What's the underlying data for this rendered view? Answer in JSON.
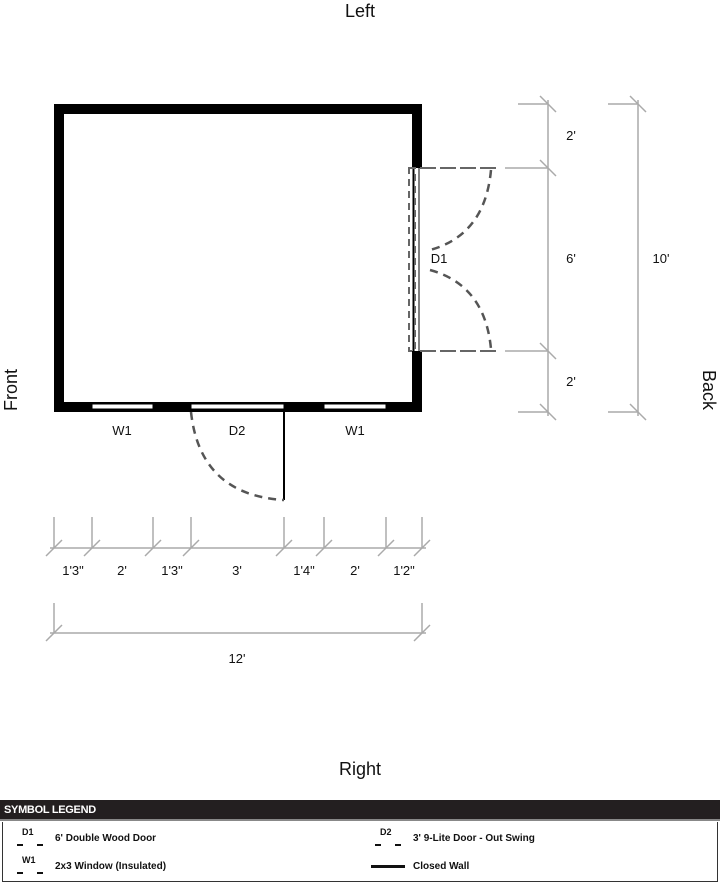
{
  "sides": {
    "top": "Left",
    "bottom": "Right",
    "left": "Front",
    "right": "Back"
  },
  "openings": {
    "d1": "D1",
    "d2": "D2",
    "w1a": "W1",
    "w1b": "W1"
  },
  "right_dimensions": [
    "2'",
    "6'",
    "2'"
  ],
  "overall_right": "10'",
  "bottom_dimensions": [
    "1'3\"",
    "2'",
    "1'3\"",
    "3'",
    "1'4\"",
    "2'",
    "1'2\""
  ],
  "overall_bottom": "12'",
  "legend": {
    "title": "SYMBOL LEGEND",
    "items": [
      {
        "code": "D1",
        "label": "6' Double Wood Door"
      },
      {
        "code": "D2",
        "label": "3' 9-Lite Door - Out Swing"
      },
      {
        "code": "W1",
        "label": "2x3 Window (Insulated)"
      },
      {
        "code": "",
        "label": "Closed Wall"
      }
    ]
  }
}
